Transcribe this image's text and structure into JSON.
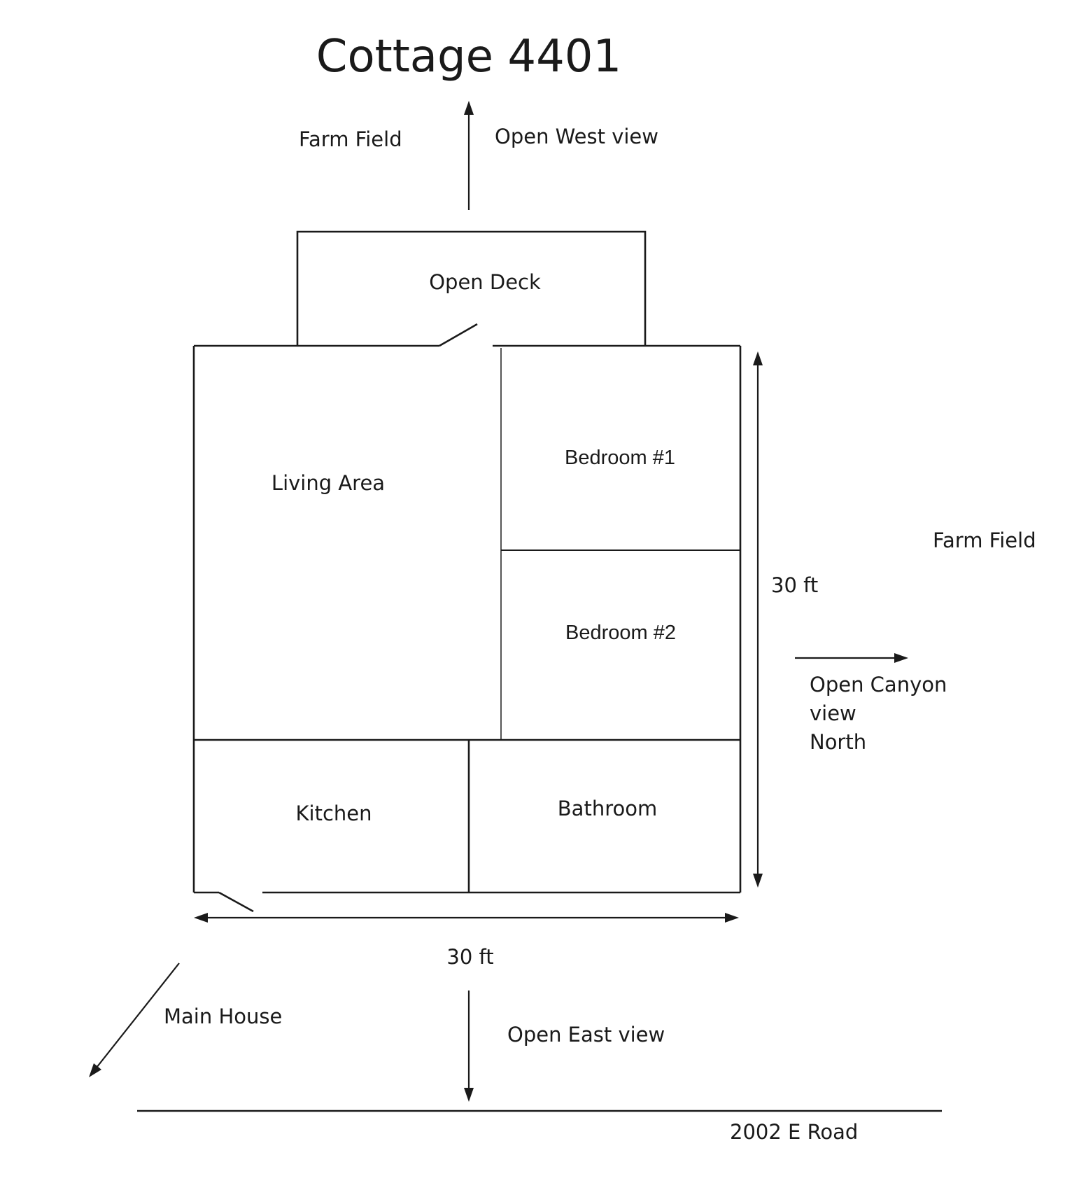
{
  "title": "Cottage 4401",
  "rooms": {
    "open_deck": "Open Deck",
    "living_area": "Living Area",
    "bedroom_1": "Bedroom #1",
    "bedroom_2": "Bedroom #2",
    "kitchen": "Kitchen",
    "bathroom": "Bathroom"
  },
  "surroundings": {
    "farm_field_top": "Farm Field",
    "open_west_view": "Open West view",
    "farm_field_right": "Farm Field",
    "open_canyon_view": [
      "Open Canyon",
      "view",
      "North"
    ],
    "main_house": "Main House",
    "open_east_view": "Open East view",
    "road": "2002 E Road"
  },
  "dimensions": {
    "height": "30 ft",
    "width": "30 ft"
  }
}
